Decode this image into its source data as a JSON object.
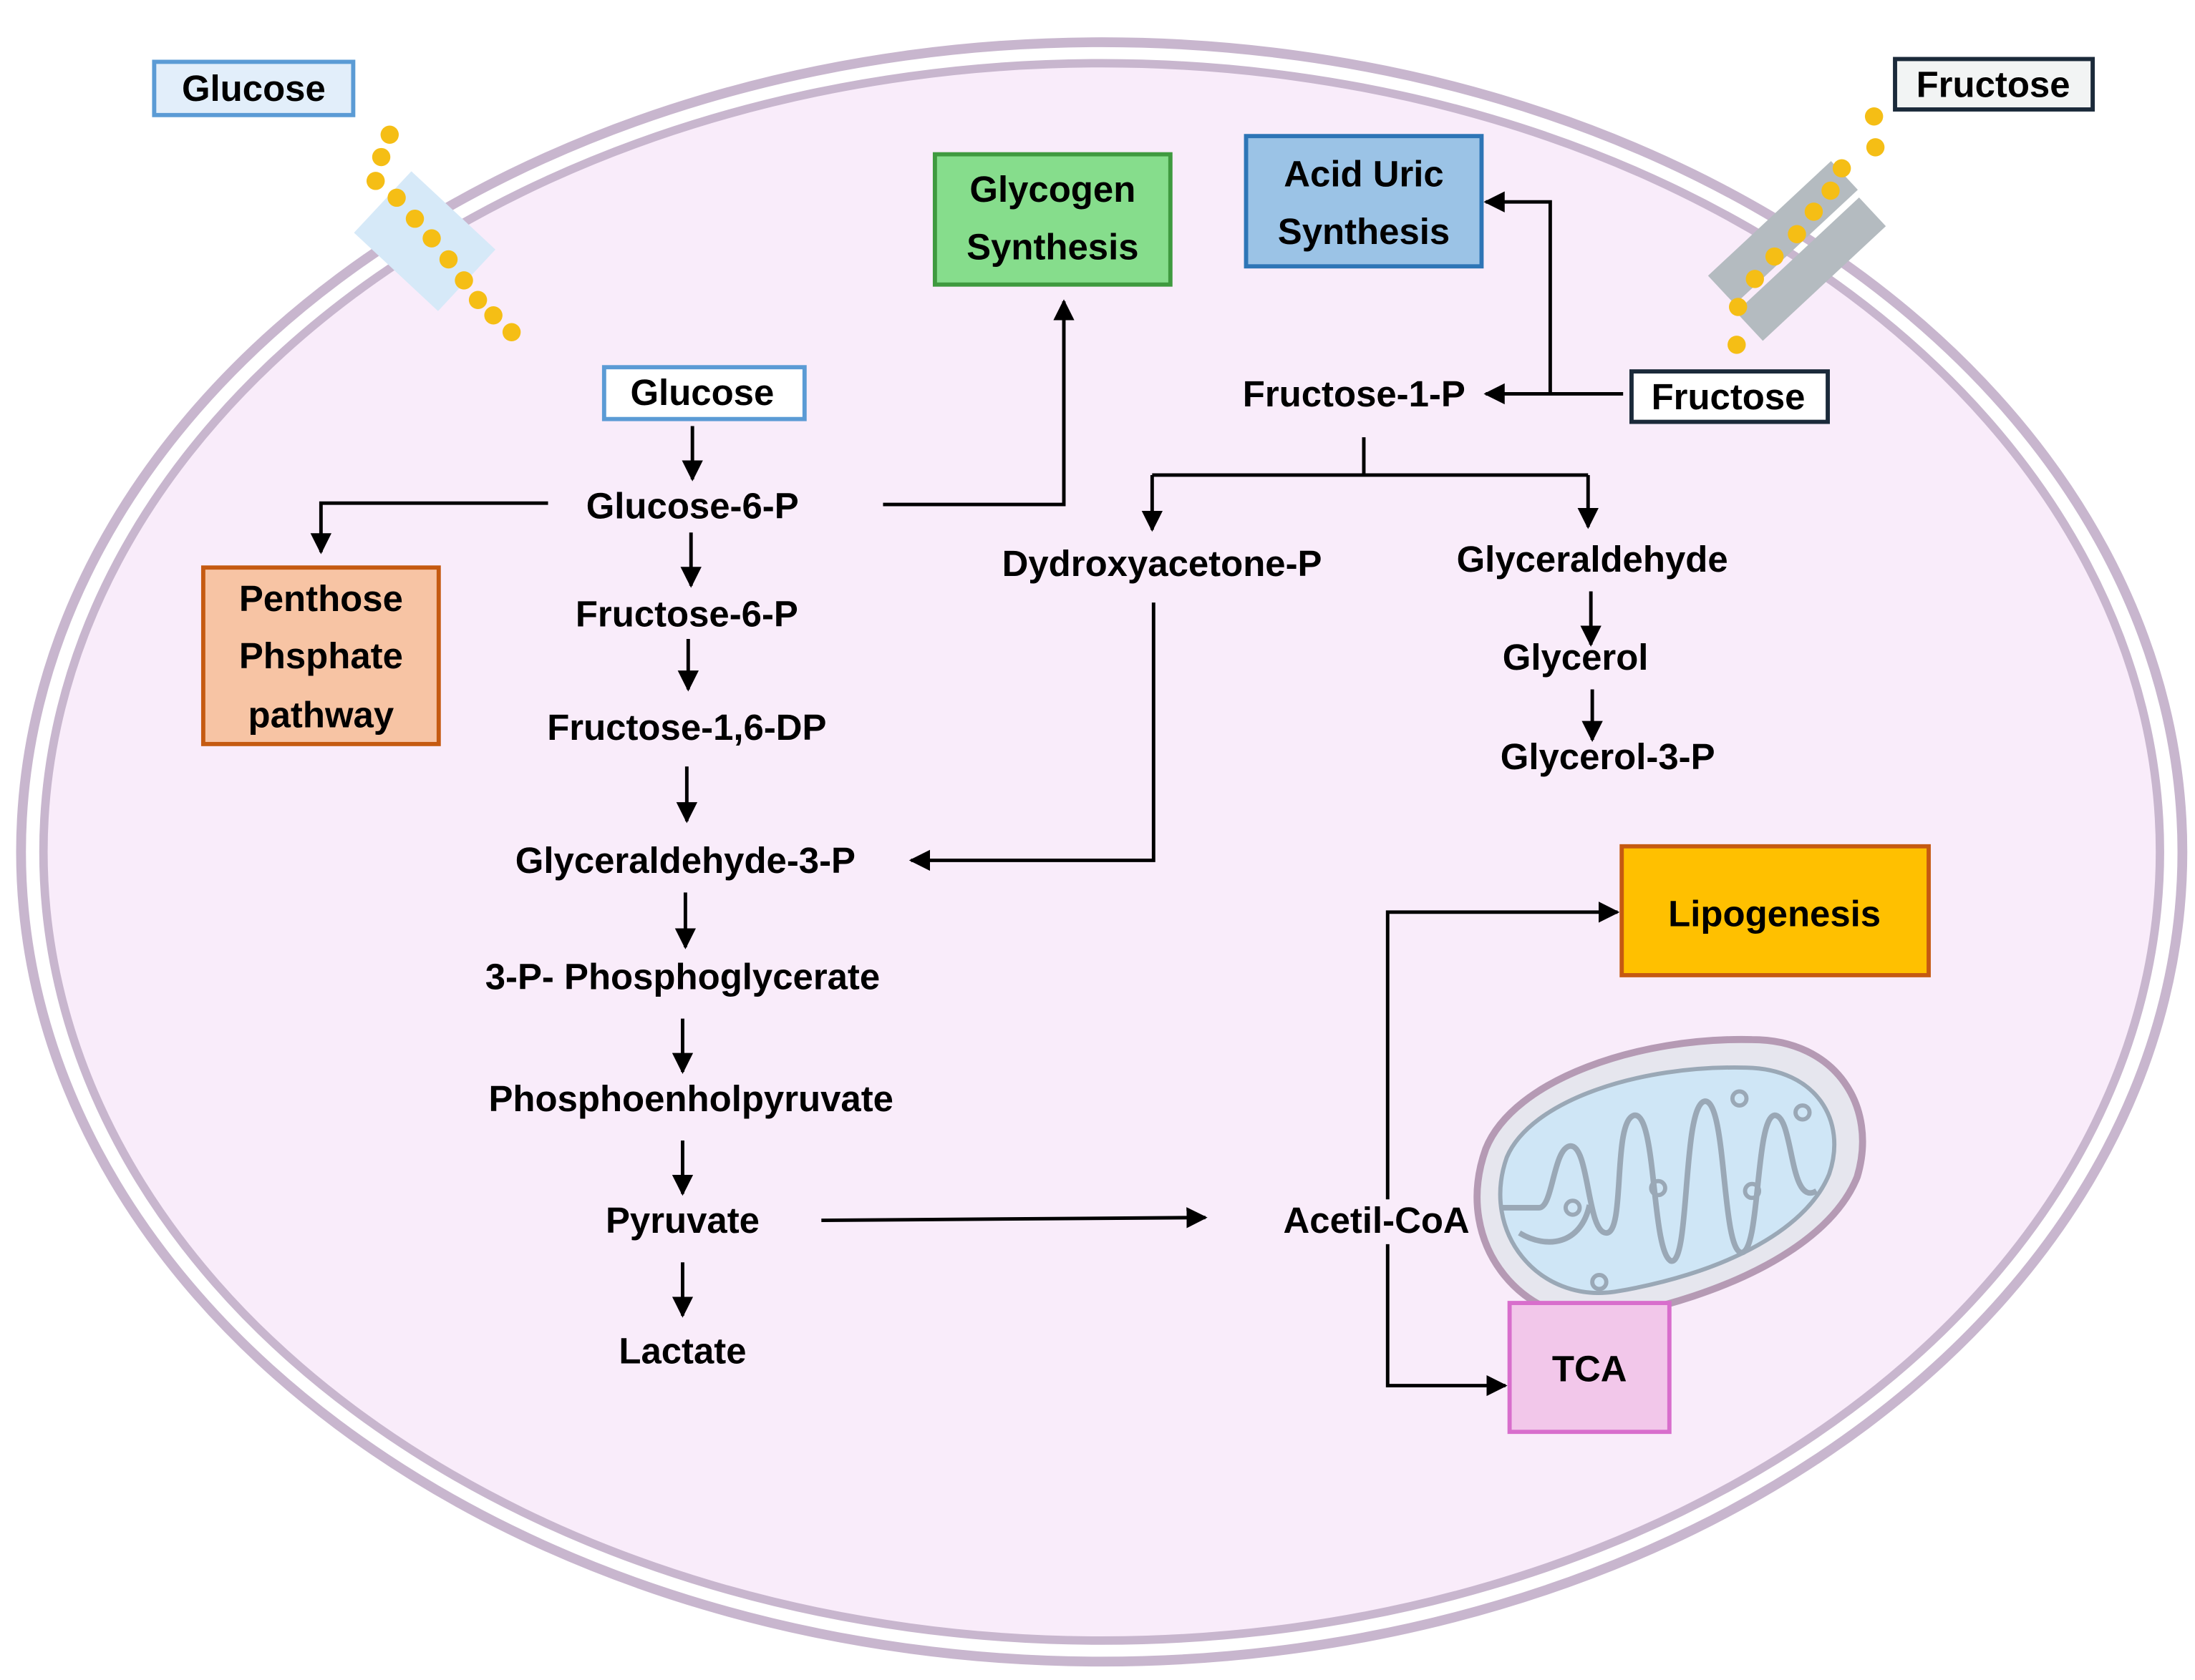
{
  "colors": {
    "cell_fill": "#f9ecfa",
    "membrane": "#c8b6ce",
    "glucose_channel": "#d6e9f8",
    "fructose_channel": "#b4bbc0",
    "molecule": "#f5be15",
    "glucose_box_border": "#5b9bd5",
    "glucose_box_fill": "#e2eefa",
    "glycogen_fill": "#86dd8c",
    "glycogen_border": "#3f9a3f",
    "acid_uric_fill": "#9bc3e6",
    "acid_uric_border": "#2e75b6",
    "penthose_fill": "#f7c4a4",
    "penthose_border": "#c55a11",
    "lipogenesis_fill": "#ffc000",
    "lipogenesis_border": "#c55a11",
    "tca_fill": "#f2c7ea",
    "tca_border": "#d86ecc",
    "mito_outer": "#e6e6ee",
    "mito_inner": "#cfe6f6",
    "mito_stroke": "#b59ab4",
    "mito_crista": "#9aa8b6",
    "fructose_box_fill": "#f2f4f4",
    "fructose_box_border": "#1b2a3a"
  },
  "labels": {
    "glucose_outside": "Glucose",
    "fructose_outside": "Fructose",
    "glucose_inside": "Glucose",
    "fructose_inside": "Fructose",
    "glycogen_line1": "Glycogen",
    "glycogen_line2": "Synthesis",
    "acid_uric_line1": "Acid Uric",
    "acid_uric_line2": "Synthesis",
    "penthose_line1": "Penthose",
    "penthose_line2": "Phsphate",
    "penthose_line3": "pathway",
    "lipogenesis": "Lipogenesis",
    "tca": "TCA"
  },
  "glycolysis": {
    "glucose_6_p": "Glucose-6-P",
    "fructose_6_p": "Fructose-6-P",
    "fructose_1_6_dp": "Fructose-1,6-DP",
    "glyceraldehyde_3_p": "Glyceraldehyde-3-P",
    "phosphoglycerate": "3-P- Phosphoglycerate",
    "phosphoenolpyruvate": "Phosphoenholpyruvate",
    "pyruvate": "Pyruvate",
    "lactate": "Lactate"
  },
  "fructolysis": {
    "fructose_1_p": "Fructose-1-P",
    "dihydroxyacetone_p": "Dydroxyacetone-P",
    "glyceraldehyde": "Glyceraldehyde",
    "glycerol": "Glycerol",
    "glycerol_3_p": "Glycerol-3-P"
  },
  "acetyl_coa": "Acetil-CoA"
}
